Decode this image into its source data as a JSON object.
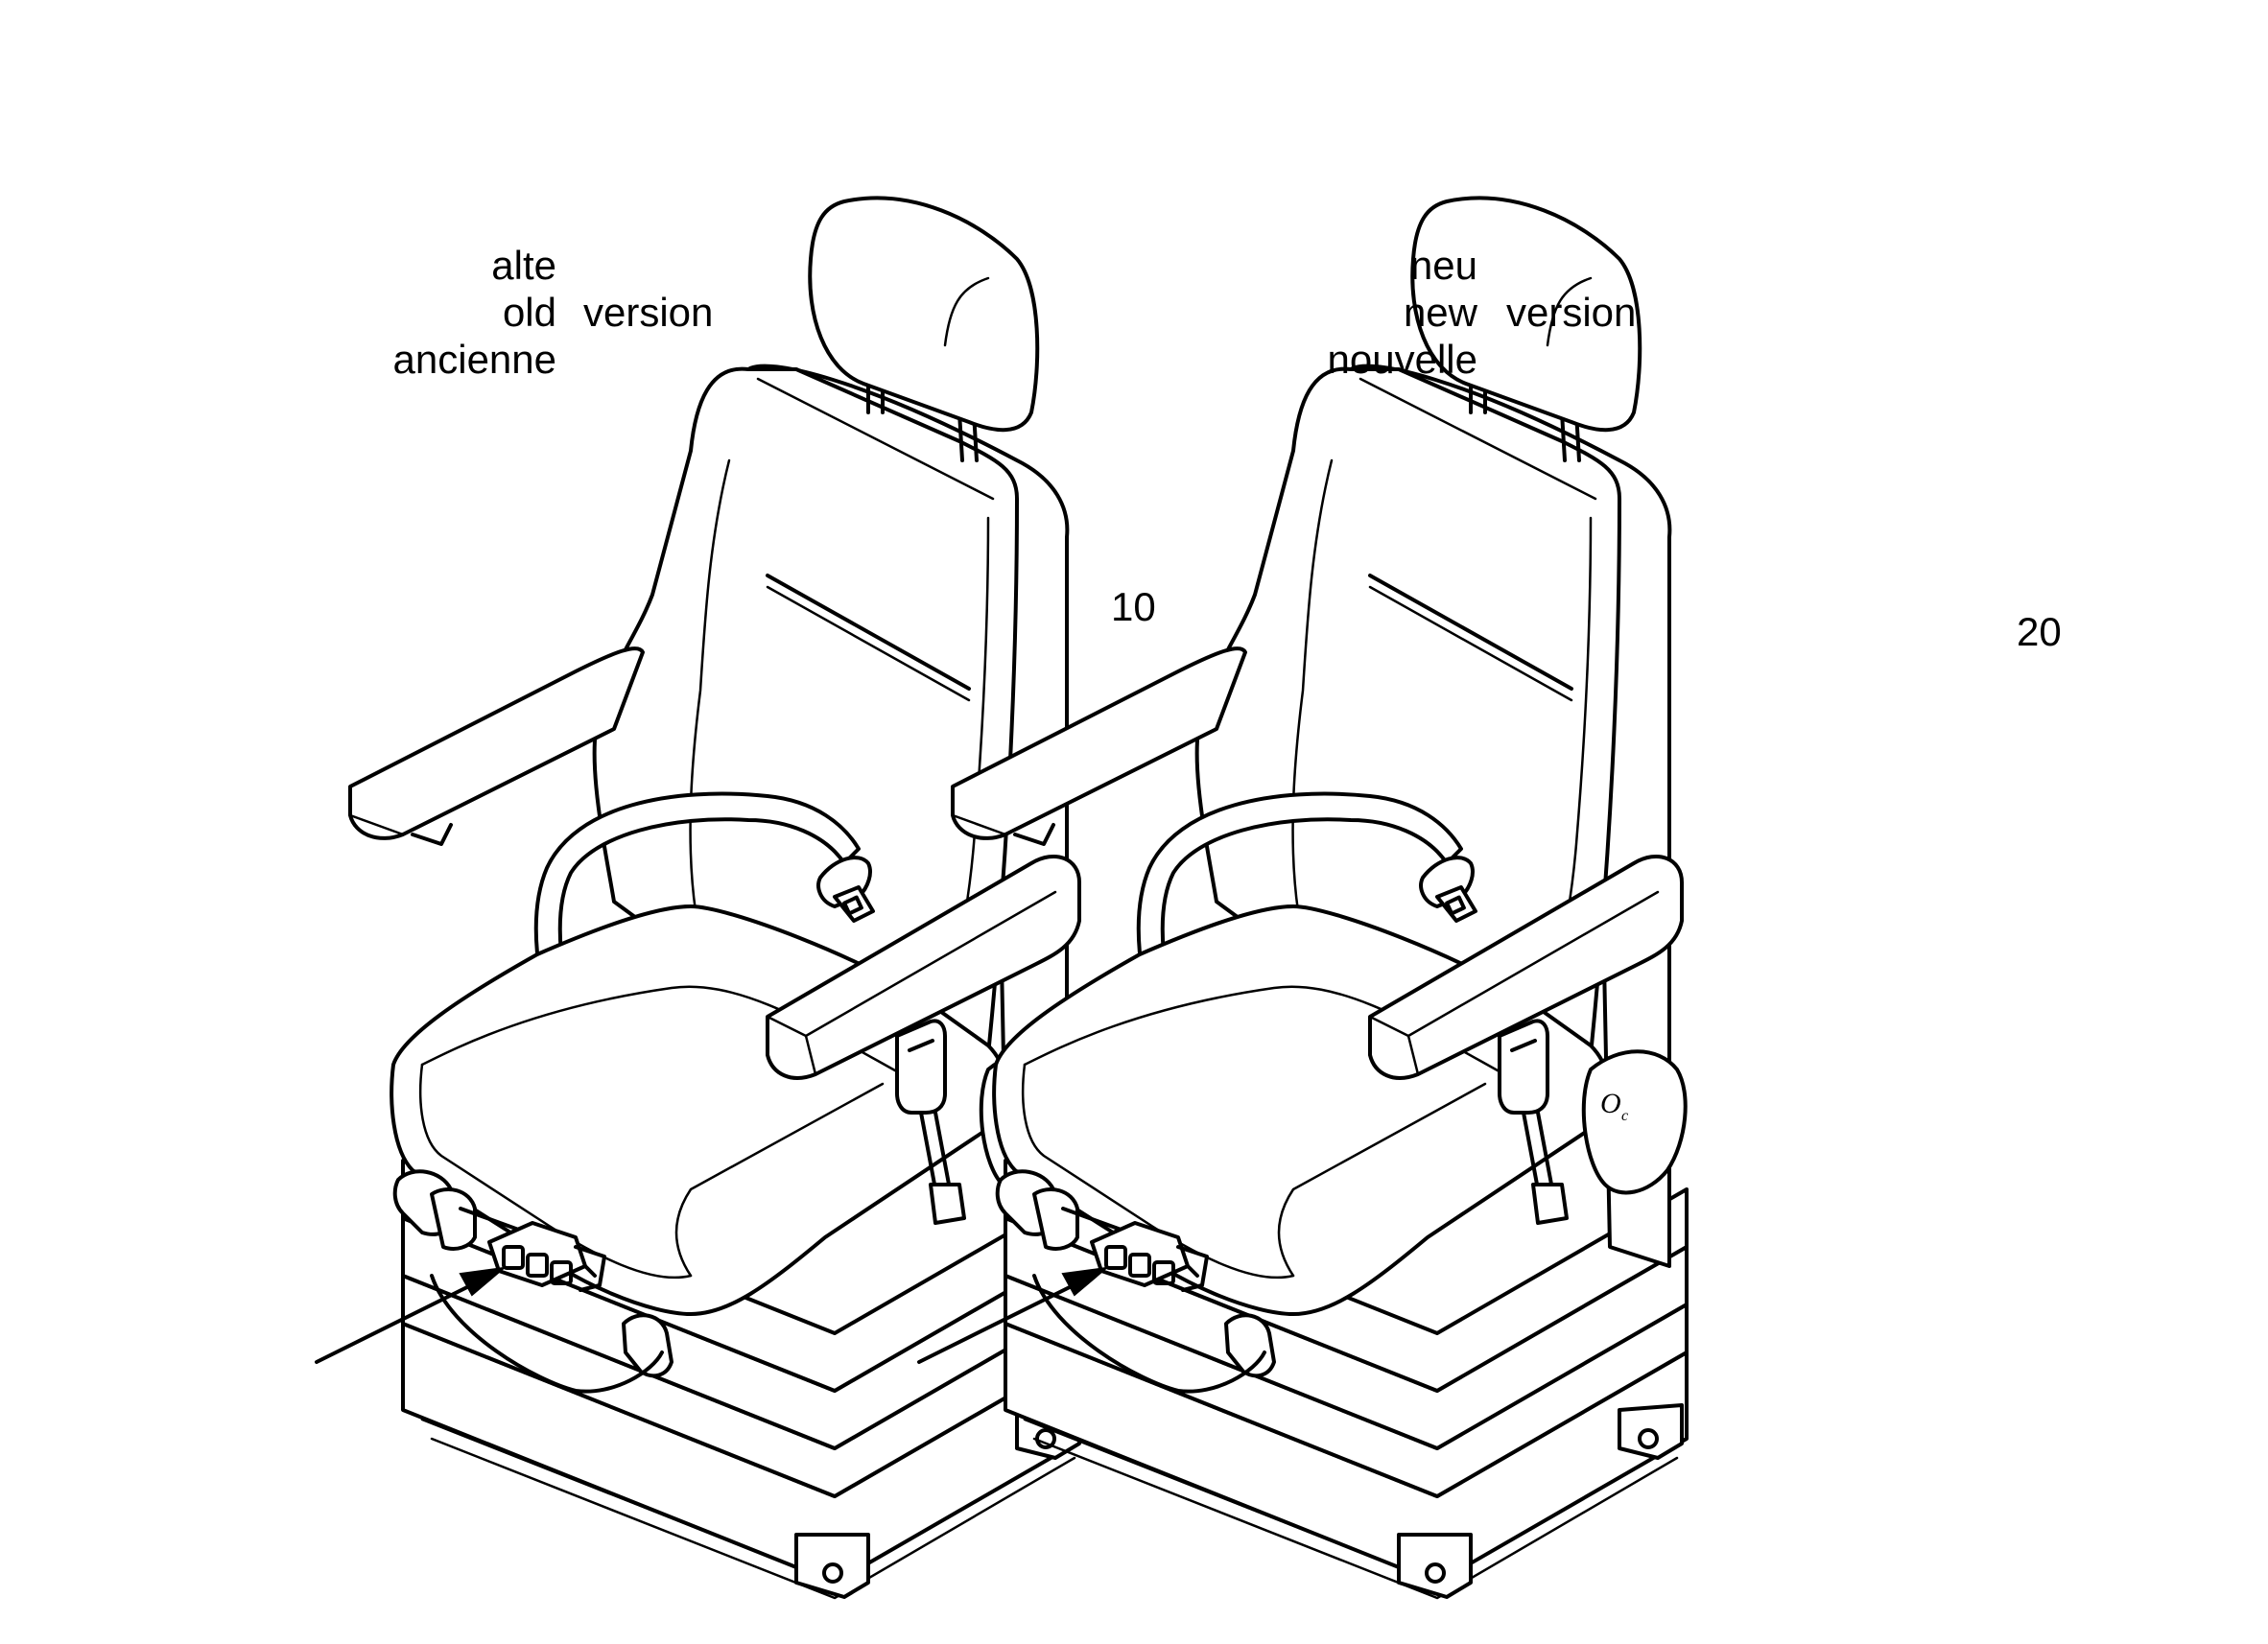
{
  "seats": [
    {
      "position": "10",
      "labels": {
        "de": "alte",
        "en": "old",
        "fr": "ancienne",
        "word": "version"
      }
    },
    {
      "position": "20",
      "labels": {
        "de": "neu",
        "en": "new",
        "fr": "nouvelle",
        "word": "version"
      }
    }
  ]
}
